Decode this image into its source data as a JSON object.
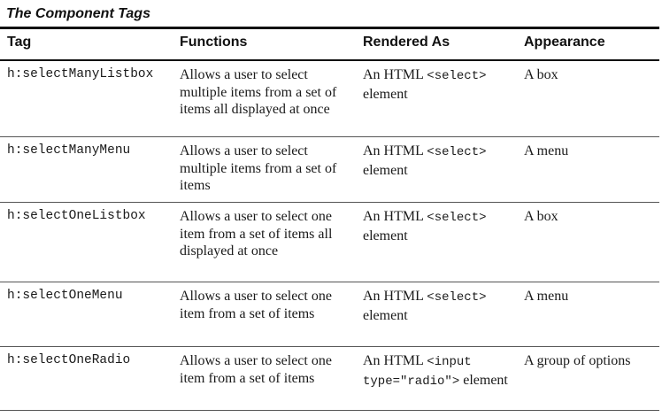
{
  "caption": "The Component Tags",
  "headers": [
    "Tag",
    "Functions",
    "Rendered As",
    "Appearance"
  ],
  "rows": [
    {
      "tag": "h:selectManyListbox",
      "function": "Allows a user to select multiple items from a set of items all displayed at once",
      "rendered_prefix": "An HTML ",
      "rendered_code": "<select>",
      "rendered_suffix": " element",
      "appearance": "A box"
    },
    {
      "tag": "h:selectManyMenu",
      "function": "Allows a user to select multiple items from a set of items",
      "rendered_prefix": "An HTML ",
      "rendered_code": "<select>",
      "rendered_suffix": " element",
      "appearance": "A menu"
    },
    {
      "tag": "h:selectOneListbox",
      "function": "Allows a user to select one item from a set of items all displayed at once",
      "rendered_prefix": "An HTML ",
      "rendered_code": "<select>",
      "rendered_suffix": " element",
      "appearance": "A box"
    },
    {
      "tag": "h:selectOneMenu",
      "function": "Allows a user to select one item from a set of items",
      "rendered_prefix": "An HTML ",
      "rendered_code": "<select>",
      "rendered_suffix": " element",
      "appearance": "A menu"
    },
    {
      "tag": "h:selectOneRadio",
      "function": "Allows a user to select one item from a set of items",
      "rendered_prefix": "An HTML ",
      "rendered_code": "<input type=\"radio\">",
      "rendered_suffix": " element",
      "appearance": "A group of options"
    }
  ]
}
